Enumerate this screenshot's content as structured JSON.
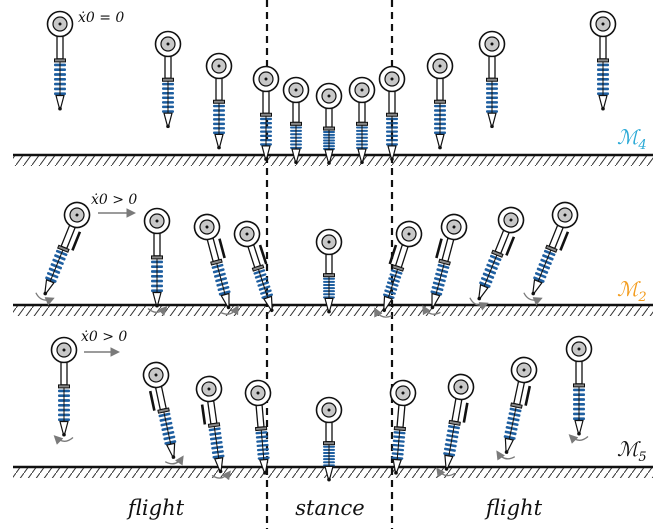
{
  "colors": {
    "spring": "#1f5fa0",
    "m4": "#29a9d6",
    "m2": "#f39c1d",
    "m5": "#111111",
    "ink": "#111111",
    "hub": "#c8c8c8",
    "arrow": "#7a7a7a"
  },
  "panels": [
    {
      "model_label": "M4",
      "model_sub": "4",
      "velocity_label": "ẋ0 = 0"
    },
    {
      "model_label": "M2",
      "model_sub": "2",
      "velocity_label": "ẋ0 > 0"
    },
    {
      "model_label": "M5",
      "model_sub": "5",
      "velocity_label": "ẋ0 > 0"
    }
  ],
  "phases": [
    "flight",
    "stance",
    "flight"
  ]
}
